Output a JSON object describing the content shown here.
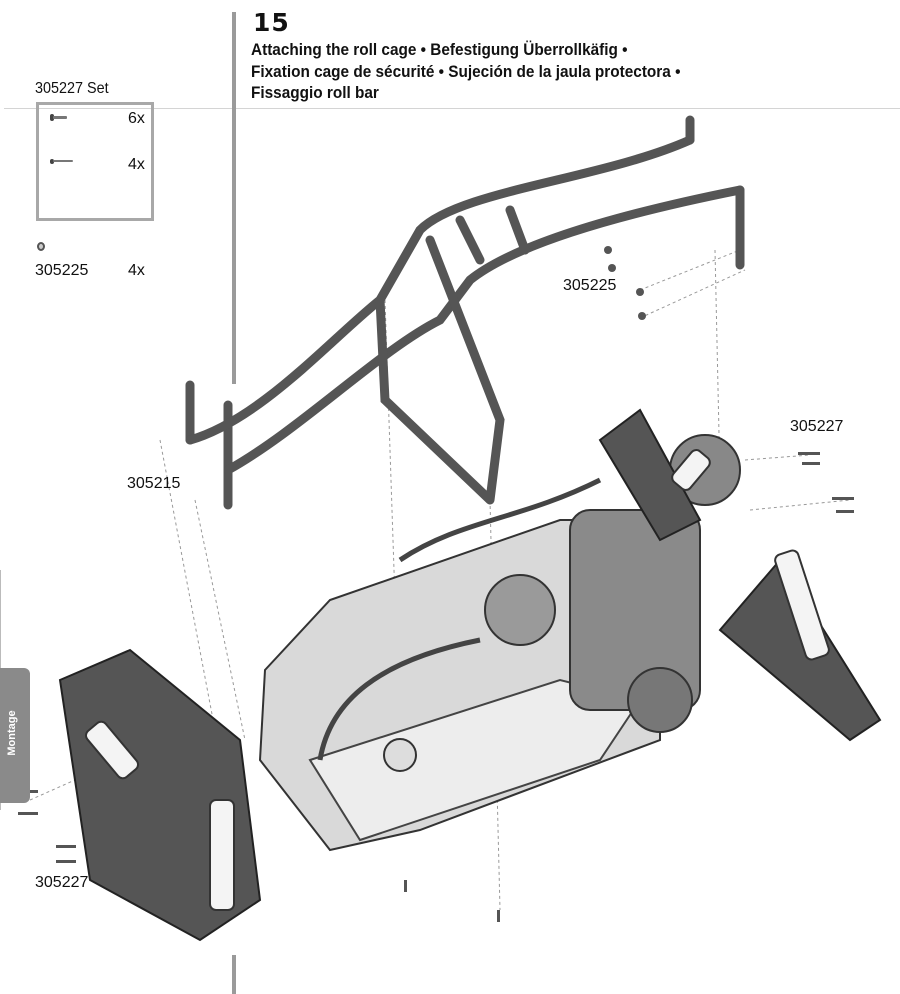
{
  "step": {
    "number": "15"
  },
  "title": {
    "line1": "Attaching the roll cage • Befestigung Überrollkäfig •",
    "line2": "Fixation cage de sécurité • Sujeción de la jaula protectora •",
    "line3": "Fissaggio roll bar"
  },
  "parts_box": {
    "set_label": "305227 Set",
    "items": [
      {
        "qty": "6x"
      },
      {
        "qty": "4x"
      }
    ]
  },
  "loose_part": {
    "number": "305225",
    "qty": "4x"
  },
  "callouts": {
    "nut_top": "305225",
    "screws_right": "305227",
    "cage_left": "305215",
    "screws_left": "305227"
  },
  "side_tab": {
    "label": "Montage"
  },
  "colors": {
    "rule": "#9a9a9a",
    "tab": "#8a8a8a",
    "art_dark": "#3a3a3a",
    "art_mid": "#6e6e6e"
  }
}
